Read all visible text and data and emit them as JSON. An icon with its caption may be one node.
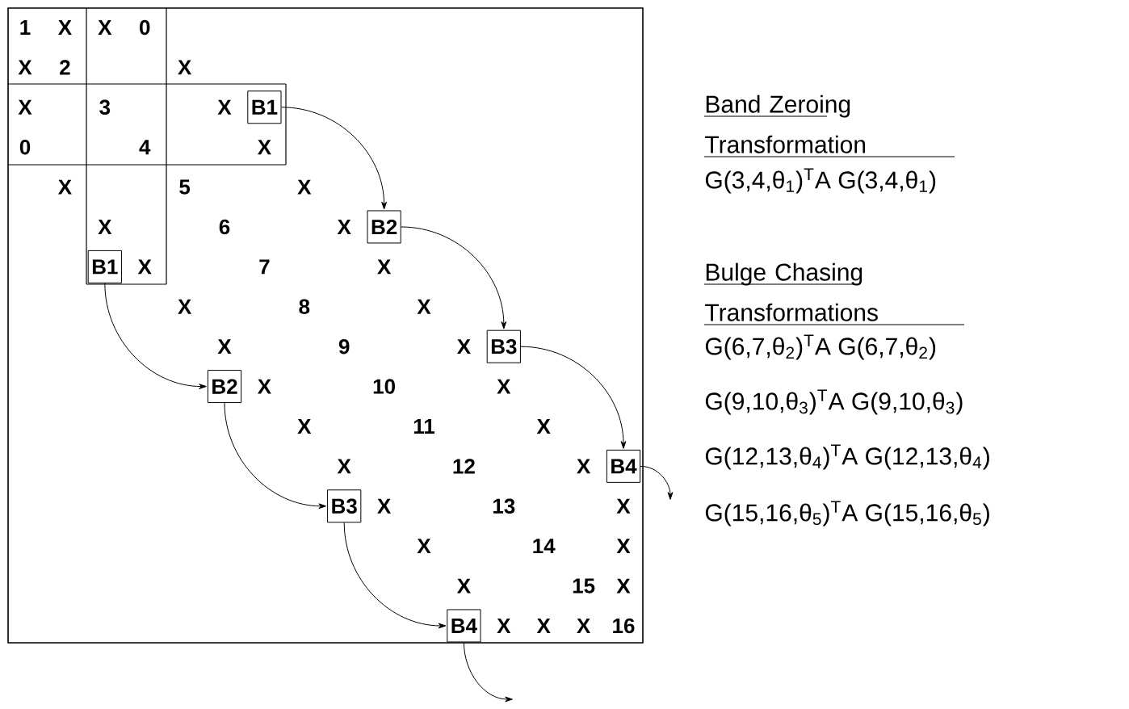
{
  "diagram": {
    "nodes": [
      {
        "text": [
          "B1"
        ]
      },
      {
        "text": [
          "B2"
        ]
      },
      {
        "text": [
          "B1"
        ]
      },
      {
        "text": [
          "B3"
        ]
      },
      {
        "text": [
          "B2"
        ]
      },
      {
        "text": [
          "B4"
        ]
      },
      {
        "text": [
          "B3"
        ]
      },
      {
        "text": [
          "B4"
        ]
      }
    ],
    "edges": [
      {
        "from": 0,
        "to": 1,
        "arrow": "to"
      },
      {
        "from": 1,
        "to": 3,
        "arrow": "to"
      },
      {
        "from": 3,
        "to": 5,
        "arrow": "to"
      },
      {
        "from": 5,
        "to": null,
        "arrow": "to"
      },
      {
        "from": 2,
        "to": 4,
        "arrow": "to"
      },
      {
        "from": 4,
        "to": 6,
        "arrow": "to"
      },
      {
        "from": 6,
        "to": 7,
        "arrow": "to"
      },
      {
        "from": 7,
        "to": null,
        "arrow": "to"
      }
    ],
    "labels": [
      "1",
      "X",
      "X",
      "0",
      "X",
      "2",
      "X",
      "X",
      "3",
      "X",
      "0",
      "4",
      "X",
      "X",
      "5",
      "X",
      "X",
      "6",
      "X",
      "X",
      "7",
      "X",
      "X",
      "8",
      "X",
      "X",
      "9",
      "X",
      "X",
      "10",
      "X",
      "X",
      "11",
      "X",
      "X",
      "12",
      "X",
      "X",
      "13",
      "X",
      "X",
      "14",
      "X",
      "X",
      "15",
      "X",
      "X",
      "X",
      "X",
      "16",
      "Band Zeroing Transformation",
      "G(3,4,θ$_{1}$)$^{T}$A G(3,4,θ$_{1}$)",
      "Bulge Chasing Transformations",
      "G(6,7,θ$_{2}$)$^{T}$A G(6,7,θ$_{2}$)",
      "G(9,10,θ$_{3}$)$^{T}$A G(9,10,θ$_{3}$)",
      "G(12,13,θ$_{4}$)$^{T}$A G(12,13,θ$_{4}$)",
      "G(15,16,θ$_{5}$)$^{T}$A G(15,16,θ$_{5}$)"
    ]
  }
}
